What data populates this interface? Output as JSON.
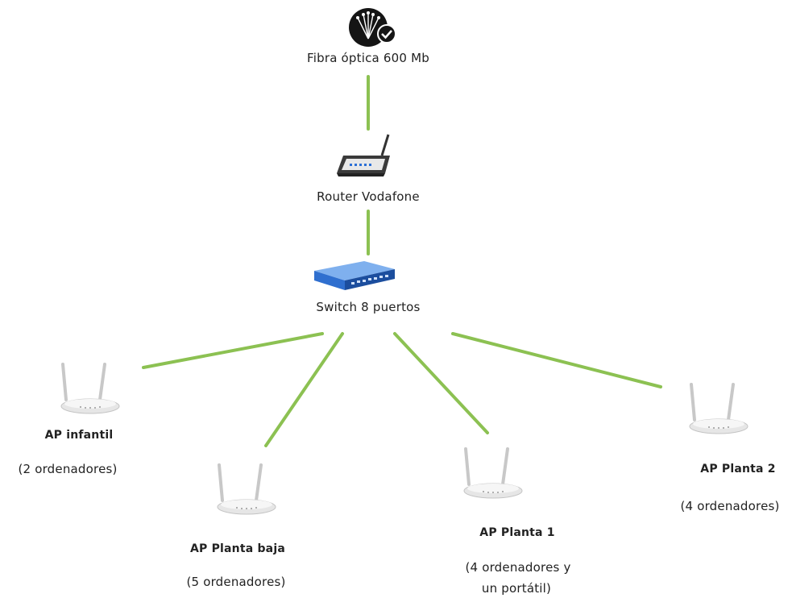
{
  "colors": {
    "link": "#8cc152",
    "switch_body": "#2f6fcf",
    "router_body": "#3a3a3a",
    "fiber_bg": "#151515"
  },
  "nodes": {
    "fiber": {
      "label": "Fibra óptica  600 Mb",
      "icon": "fiber-optic-icon"
    },
    "router": {
      "label": "Router  Vodafone",
      "icon": "router-icon"
    },
    "switch": {
      "label": "Switch  8 puertos",
      "icon": "network-switch-icon"
    },
    "ap_infantil": {
      "title": "AP infantil",
      "detail": "(2 ordenadores)",
      "icon": "access-point-icon"
    },
    "ap_planta_baja": {
      "title": "AP Planta baja",
      "detail": "(5 ordenadores)",
      "icon": "access-point-icon"
    },
    "ap_planta_1": {
      "title": "AP Planta 1",
      "detail_line1": "(4 ordenadores y",
      "detail_line2": "un portátil)",
      "icon": "access-point-icon"
    },
    "ap_planta_2": {
      "title": "AP Planta 2",
      "detail": "(4 ordenadores)",
      "icon": "access-point-icon"
    }
  },
  "links": [
    {
      "from": "fiber",
      "to": "router"
    },
    {
      "from": "router",
      "to": "switch"
    },
    {
      "from": "switch",
      "to": "ap_infantil"
    },
    {
      "from": "switch",
      "to": "ap_planta_baja"
    },
    {
      "from": "switch",
      "to": "ap_planta_1"
    },
    {
      "from": "switch",
      "to": "ap_planta_2"
    }
  ]
}
